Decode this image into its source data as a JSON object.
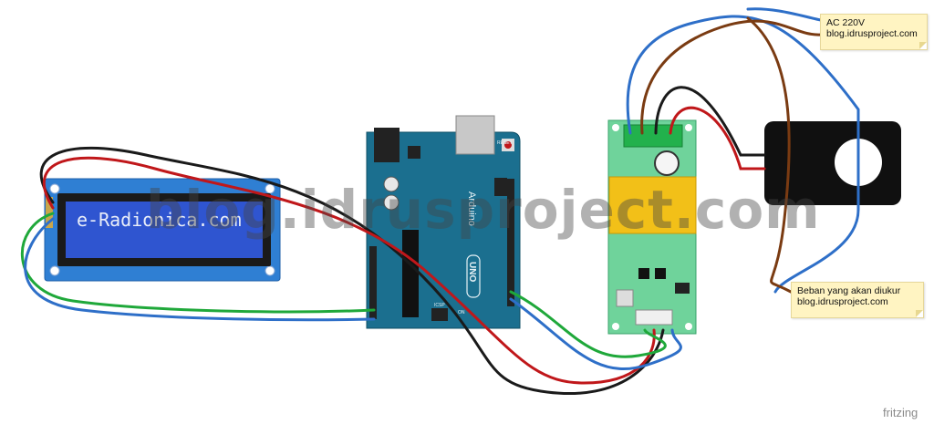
{
  "lcd": {
    "text": "e-Radionica.com"
  },
  "arduino": {
    "logo": "Arduino",
    "model": "UNO",
    "reset_label": "RESET",
    "icsp_label": "ICSP",
    "on_label": "ON"
  },
  "notes": {
    "ac": {
      "line1": "AC 220V",
      "line2": "blog.idrusproject.com"
    },
    "load": {
      "line1": "Beban yang akan diukur",
      "line2": "blog.idrusproject.com"
    }
  },
  "watermark": "blog.idrusproject.com",
  "footer": {
    "brand": "fritzing"
  },
  "colors": {
    "lcd_board": "#2f7fd3",
    "lcd_screen": "#2f55d0",
    "arduino_board": "#1b6f8f",
    "module_board": "#6fd39b",
    "terminal": "#22b14c",
    "relay": "#f2c018",
    "ct_body": "#101010",
    "wire_red": "#c0171a",
    "wire_black": "#1a1a1a",
    "wire_green": "#1fa83a",
    "wire_blue": "#2e6fc8",
    "wire_brown": "#7a3b12"
  }
}
